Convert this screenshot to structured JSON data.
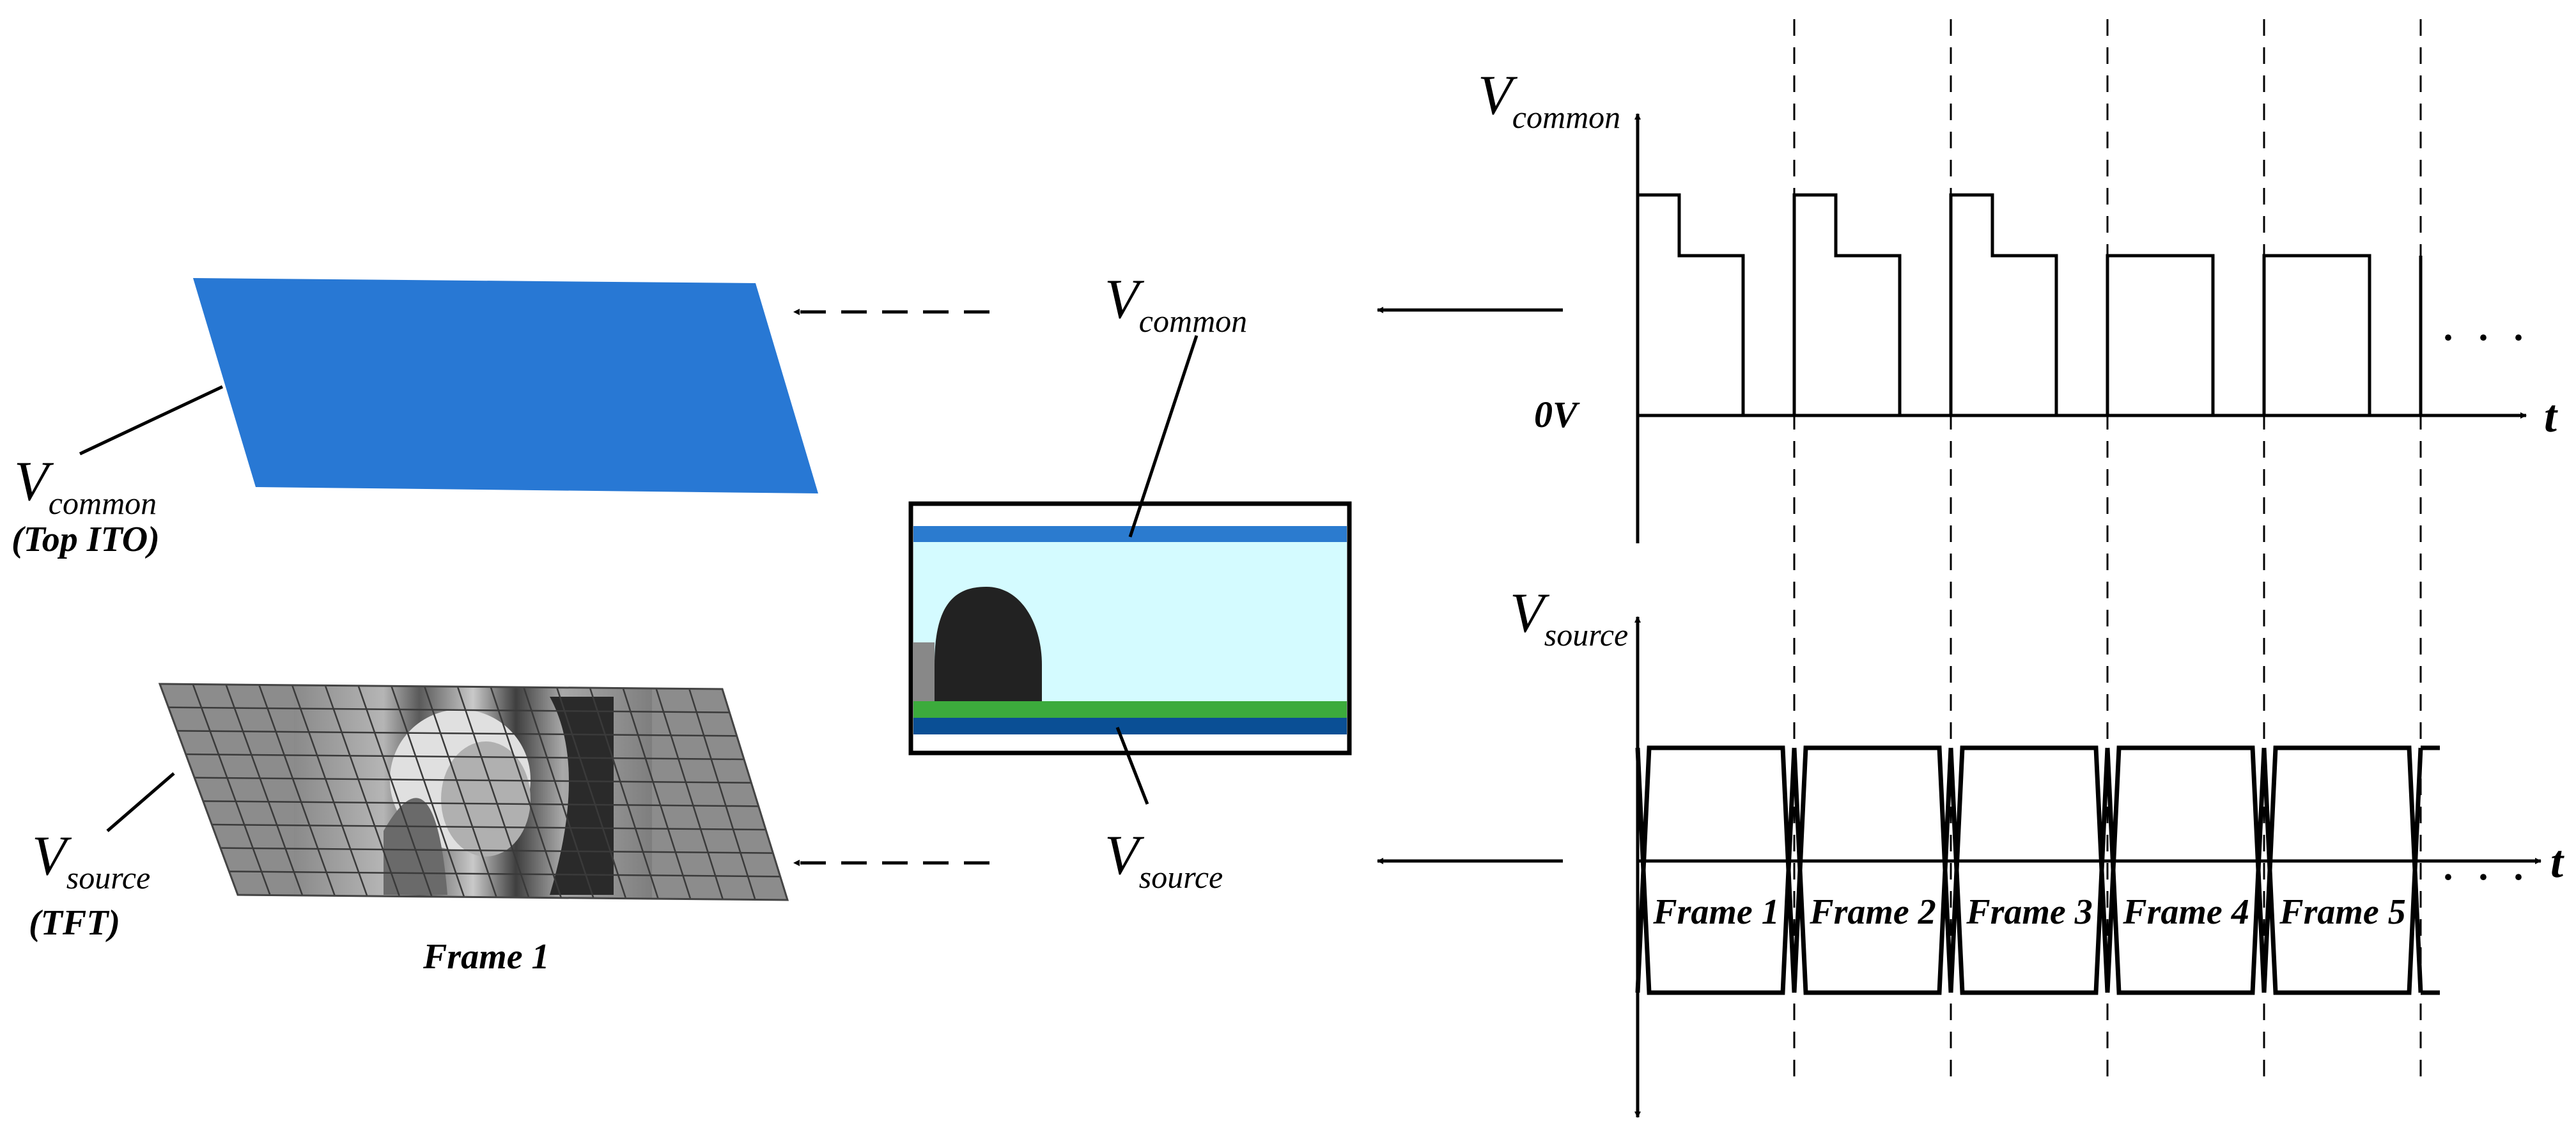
{
  "left_panel": {
    "top_plate": {
      "symbol": "V",
      "subscript": "common",
      "caption": "(Top ITO)",
      "color": "#2878d4"
    },
    "bottom_plate": {
      "symbol": "V",
      "subscript": "source",
      "caption": "(TFT)",
      "image_label": "Frame 1",
      "grid_color": "#444444"
    }
  },
  "center_cell": {
    "top_label": {
      "symbol": "V",
      "subscript": "common"
    },
    "bottom_label": {
      "symbol": "V",
      "subscript": "source"
    },
    "colors": {
      "liquid_crystal": "#d4fbff",
      "top_electrode": "#2b7bcf",
      "bottom_electrode": "#0a4f95",
      "green_layer": "#3cab3c",
      "particle": "#222222",
      "spacer": "#888888"
    }
  },
  "top_graph": {
    "y_label": {
      "symbol": "V",
      "subscript": "common"
    },
    "baseline_label": "0V",
    "x_label": "t",
    "ellipsis": "· · ·"
  },
  "bottom_graph": {
    "y_label": {
      "symbol": "V",
      "subscript": "source"
    },
    "x_label": "t",
    "ellipsis": "· · ·",
    "frames": [
      "Frame 1",
      "Frame 2",
      "Frame 3",
      "Frame 4",
      "Frame 5"
    ]
  }
}
